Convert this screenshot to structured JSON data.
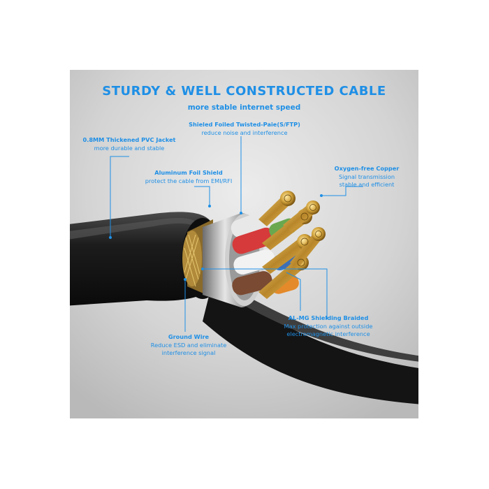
{
  "headline": "STURDY & WELL CONSTRUCTED CABLE",
  "subheadline": "more stable internet speed",
  "callouts": {
    "shielded_pair": {
      "title": "Shieled Foiled Twisted-Paie(S/FTP)",
      "desc": "reduce noise and interference"
    },
    "pvc_jacket": {
      "title": "0.8MM Thickened PVC Jacket",
      "desc": "more durable and stable"
    },
    "foil_shield": {
      "title": "Aluminum Foil Shield",
      "desc": "protect the cable from EMI/RFI"
    },
    "copper": {
      "title": "Oxygen-free Copper",
      "desc1": "Signal transmission",
      "desc2": "stable and efficient"
    },
    "braid": {
      "title": "AL-MG Shielding Braided",
      "desc1": "Max protection against outside",
      "desc2": "electromagnetic interference"
    },
    "ground_wire": {
      "title": "Ground Wire",
      "desc1": "Reduce ESD and eliminate",
      "desc2": "interference signal"
    }
  },
  "colors": {
    "accent": "#1e8fe6",
    "background": "#d2d2d2",
    "jacket": "#1a1a1a",
    "copper": "#c99a2e"
  }
}
